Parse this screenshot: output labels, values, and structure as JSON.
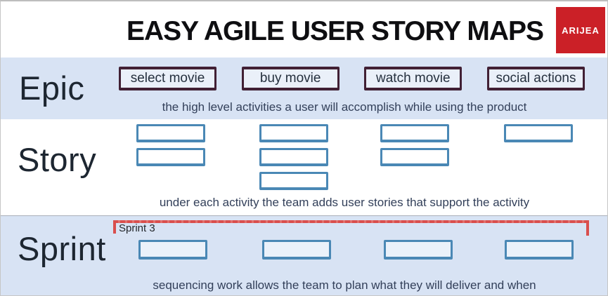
{
  "header": {
    "title": "EASY AGILE USER STORY MAPS",
    "logo_text": "ARIJEA"
  },
  "rows": {
    "epic": {
      "label": "Epic",
      "cards": [
        "select movie",
        "buy movie",
        "watch movie",
        "social actions"
      ],
      "caption": "the high level activities a user will accomplish while using the product"
    },
    "story": {
      "label": "Story",
      "columns": [
        2,
        3,
        2,
        1
      ],
      "caption": "under each activity the team adds user stories that support the activity"
    },
    "sprint": {
      "label": "Sprint",
      "bracket_label": "Sprint 3",
      "columns": [
        1,
        1,
        1,
        1
      ],
      "caption": "sequencing work allows the team to plan what they will deliver and when"
    }
  },
  "colors": {
    "row_background": "#d8e3f4",
    "epic_card_border": "#412034",
    "story_card_border": "#4a88b5",
    "sprint_bracket": "#d94f4e",
    "logo_background": "#cb2027",
    "caption_text": "#33405a"
  }
}
